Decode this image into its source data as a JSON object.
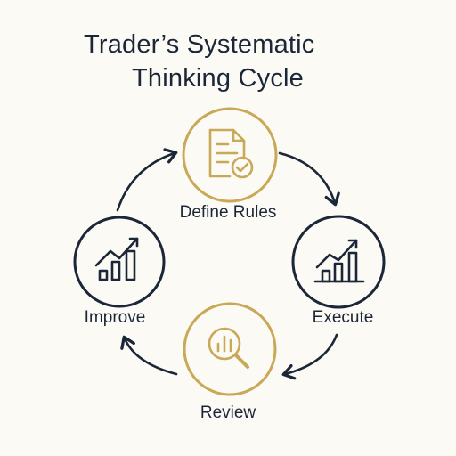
{
  "title": {
    "line1": "Trader’s Systematic",
    "line2": "Thinking Cycle"
  },
  "colors": {
    "background": "#fbfaf4",
    "navy": "#1b2638",
    "gold": "#c9a857"
  },
  "nodes": [
    {
      "id": "define",
      "label": "Define Rules",
      "icon": "document-check-icon",
      "accent": "gold"
    },
    {
      "id": "execute",
      "label": "Execute",
      "icon": "growth-chart-icon",
      "accent": "navy"
    },
    {
      "id": "review",
      "label": "Review",
      "icon": "magnifier-chart-icon",
      "accent": "gold"
    },
    {
      "id": "improve",
      "label": "Improve",
      "icon": "growth-chart-icon",
      "accent": "navy"
    }
  ]
}
